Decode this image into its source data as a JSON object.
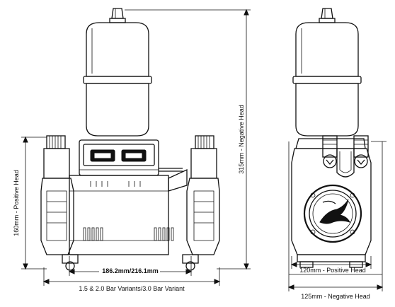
{
  "dimensions": {
    "negative_head_height": "315mm - Negative Head",
    "positive_head_height": "160mm - Positive Head",
    "body_width_variants": "186.2mm/216.1mm",
    "variant_caption": "1.5 & 2.0 Bar Variants/3.0 Bar Variant",
    "positive_head_width": "120mm - Positive Head",
    "negative_head_width": "125mm - Negative Head"
  },
  "colors": {
    "line": "#111111",
    "background": "#ffffff"
  }
}
